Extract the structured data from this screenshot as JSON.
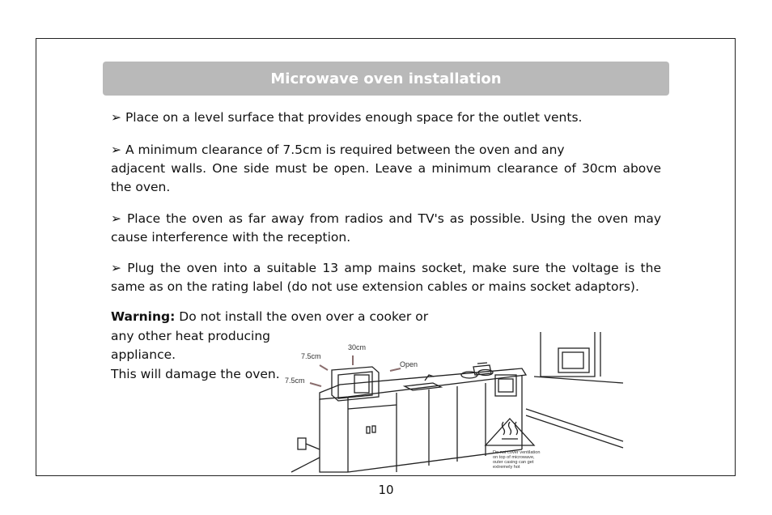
{
  "title": "Microwave oven installation",
  "bullet_glyph": "➢",
  "instructions": [
    "Place on a level surface that provides enough space for the outlet vents.",
    "A minimum clearance of 7.5cm is required between the oven and any",
    "adjacent walls. One side must be open. Leave a minimum clearance of 30cm above the oven.",
    "Place the oven as far away from radios and TV's as possible. Using the oven may cause interference with the reception.",
    "Plug the oven into a suitable 13 amp mains socket, make sure the voltage is the same as on the rating label (do not use extension cables or mains socket adaptors)."
  ],
  "warning": {
    "label": "Warning:",
    "lines": [
      "Do not install the oven over a cooker or",
      "any other heat producing",
      "appliance.",
      "This will damage the oven."
    ]
  },
  "illustration": {
    "label_side_top": "7.5cm",
    "label_top": "30cm",
    "label_open": "Open",
    "label_side_bottom": "7.5cm",
    "caution_lines": [
      "Do not cover ventilation",
      "on top of microwave,",
      "outer casing can get",
      "extremely hot"
    ]
  },
  "page_number": "10"
}
